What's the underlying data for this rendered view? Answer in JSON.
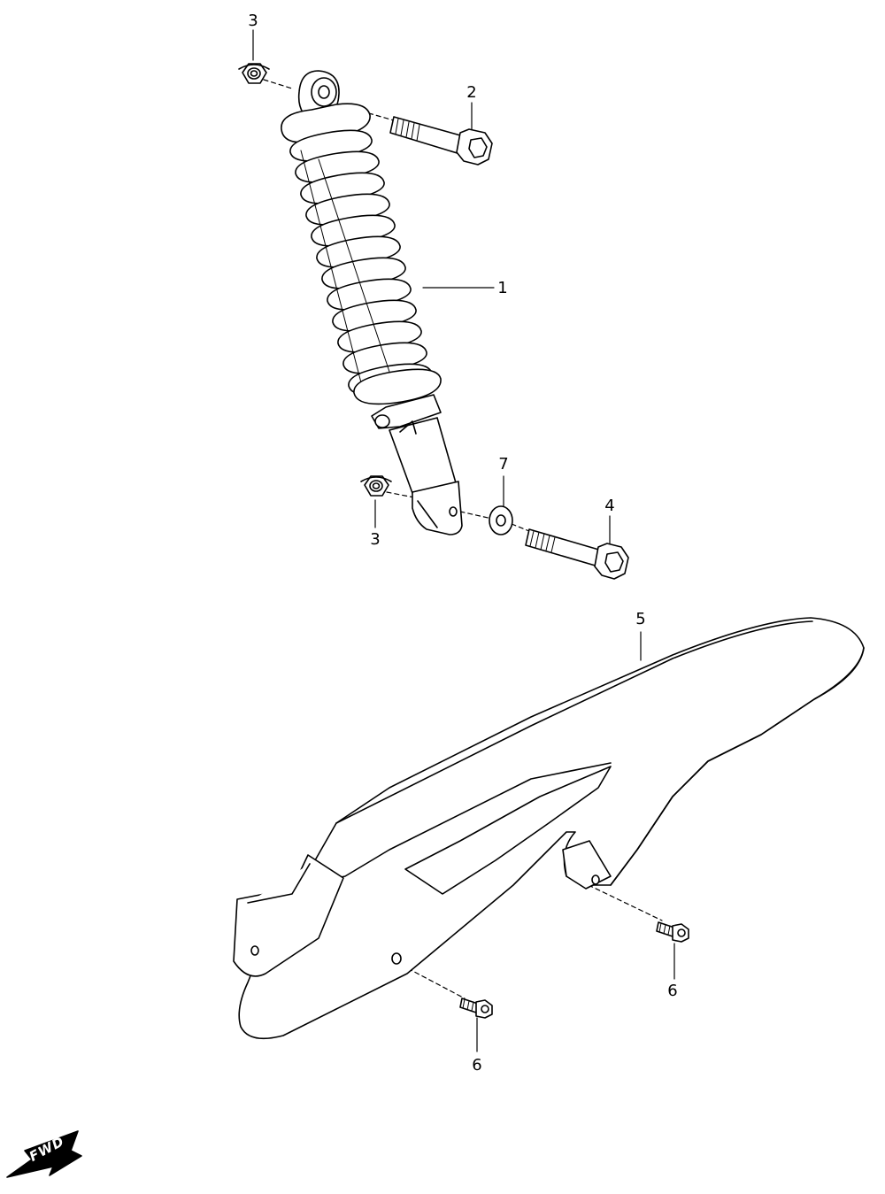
{
  "callouts": {
    "c1": "1",
    "c2": "2",
    "c3_top": "3",
    "c3_bottom": "3",
    "c4": "4",
    "c5": "5",
    "c6_left": "6",
    "c6_right": "6",
    "c7": "7"
  },
  "direction_badge": {
    "label": "FWD",
    "icon": "forward-arrow-icon"
  },
  "colors": {
    "line": "#000000",
    "fill": "#ffffff",
    "badge": "#000000"
  }
}
